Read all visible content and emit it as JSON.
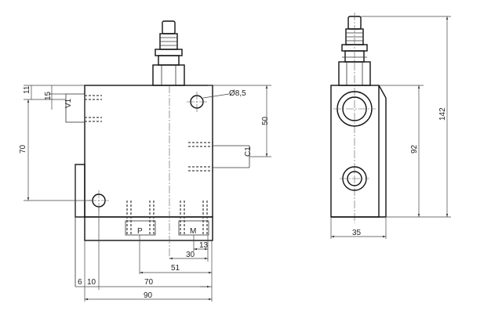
{
  "front_view": {
    "port_labels": {
      "v1": "V1",
      "c1": "C1",
      "p": "P",
      "m": "M"
    },
    "hole_label": "Ø8,5",
    "dimensions": {
      "d11": "11",
      "d15": "15",
      "d70_height": "70",
      "d50": "50",
      "d13": "13",
      "d30": "30",
      "d51": "51",
      "d6": "6",
      "d10": "10",
      "d70_width": "70",
      "d90": "90"
    }
  },
  "side_view": {
    "dimensions": {
      "d35": "35",
      "d92": "92",
      "d142": "142"
    }
  }
}
